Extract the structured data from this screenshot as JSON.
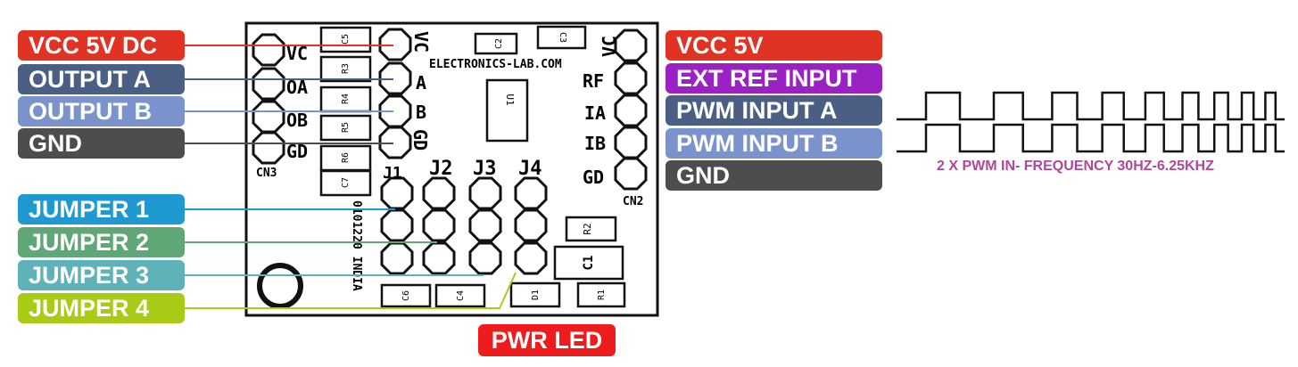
{
  "left_labels": [
    {
      "text": "VCC 5V DC",
      "color": "#e03323"
    },
    {
      "text": "OUTPUT A",
      "color": "#4b5f85"
    },
    {
      "text": "OUTPUT B",
      "color": "#7b93cc"
    },
    {
      "text": "GND",
      "color": "#4d4d4d"
    },
    {
      "text": "JUMPER 1",
      "color": "#1e9ad0"
    },
    {
      "text": "JUMPER 2",
      "color": "#5fa777"
    },
    {
      "text": "JUMPER 3",
      "color": "#5fb2b8"
    },
    {
      "text": "JUMPER 4",
      "color": "#aacb16"
    }
  ],
  "right_labels": [
    {
      "text": "VCC 5V",
      "color": "#e03323"
    },
    {
      "text": "EXT REF INPUT",
      "color": "#9a22c4"
    },
    {
      "text": "PWM INPUT A",
      "color": "#4b5f85"
    },
    {
      "text": "PWM INPUT B",
      "color": "#7b93cc"
    },
    {
      "text": "GND",
      "color": "#4d4d4d"
    }
  ],
  "pwr_led_label": "PWR LED",
  "pwm_caption": "2 X PWM IN- FREQUENCY 30HZ-6.25KHZ",
  "pcb": {
    "website": "ELECTRONICS-LAB.COM",
    "cn3_pins": [
      "VC",
      "OA",
      "OB",
      "GD"
    ],
    "cn3_label": "CN3",
    "cn2_pins": [
      "VC",
      "RF",
      "IA",
      "IB",
      "GD"
    ],
    "cn2_label": "CN2",
    "j1_pins": [
      "VC",
      "A",
      "B",
      "GD"
    ],
    "jumper_labels": [
      "J1",
      "J2",
      "J3",
      "J4"
    ],
    "parts": [
      "C5",
      "R3",
      "R4",
      "R5",
      "R6",
      "C7",
      "C2",
      "C3",
      "U1",
      "R2",
      "C1",
      "D1",
      "R1",
      "C6",
      "C4"
    ],
    "code_vertical": "0101220 INDIA"
  }
}
